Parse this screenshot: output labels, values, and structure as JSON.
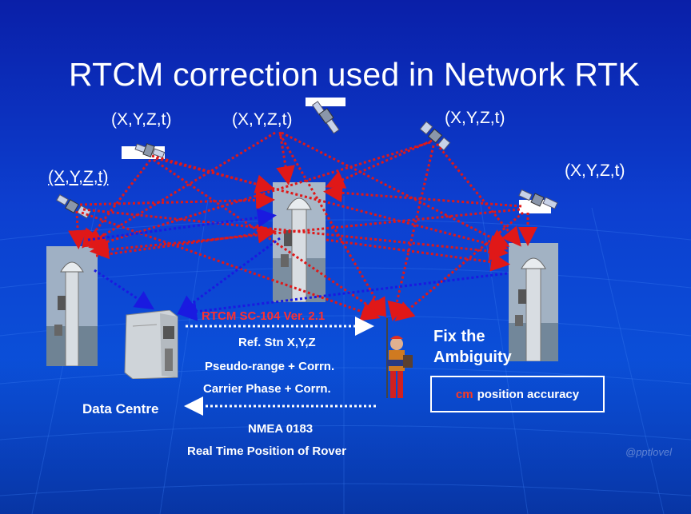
{
  "title": "RTCM correction used in Network RTK",
  "satellites": [
    {
      "label": "(X,Y,Z,t)"
    },
    {
      "label": "(X,Y,Z,t)"
    },
    {
      "label": "(X,Y,Z,t)"
    },
    {
      "label": "(X,Y,Z,t)"
    },
    {
      "label": "(X,Y,Z,t)"
    }
  ],
  "links": {
    "rtcm_label": "RTCM SC-104 Ver. 2.1",
    "ref_stn": "Ref. Stn X,Y,Z",
    "pseudo_range": "Pseudo-range + Corrn.",
    "carrier_phase": "Carrier Phase  + Corrn.",
    "nmea": "NMEA 0183",
    "rover_position": "Real Time Position of Rover"
  },
  "data_centre": "Data Centre",
  "fix_line1": "Fix the",
  "fix_line2": "Ambiguity",
  "accuracy": {
    "unit": "cm",
    "text": "position accuracy"
  },
  "watermark": "@pptlovel",
  "colors": {
    "background": "#0b3fd0",
    "red_arrow": "#e01818",
    "blue_arrow": "#1a1ae0",
    "white": "#ffffff"
  },
  "icons": [
    "satellite-icon",
    "reference-station-icon",
    "server-icon",
    "rover-surveyor-icon"
  ]
}
